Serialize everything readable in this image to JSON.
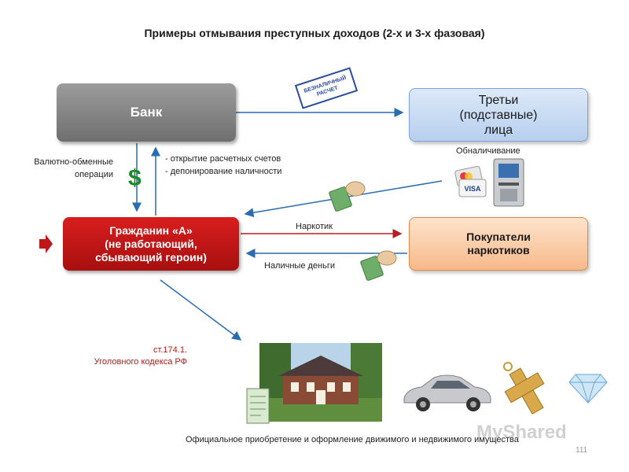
{
  "title": "Примеры отмывания преступных доходов (2-х и 3-х фазовая)",
  "boxes": {
    "bank": "Банк",
    "third_parties": "Третьи\n(подставные)\nлица",
    "citizen": "Гражданин «А»\n(не работающий,\nсбывающий героин)",
    "buyers": "Покупатели\nнаркотиков"
  },
  "labels": {
    "exchange": "Валютно-обменные\nоперации",
    "accounts_1": "- открытие расчетных счетов",
    "accounts_2": "- депонирование наличности",
    "cashing": "Обналичивание",
    "drug": "Наркотик",
    "cash": "Наличные деньги",
    "article": "ст.174.1.\nУголовного кодекса РФ",
    "bottom": "Официальное  приобретение и оформление движимого и недвижимого имущества"
  },
  "stamp": [
    "БЕЗНАЛИЧНЫЙ",
    "РАСЧЕТ"
  ],
  "page_number": "111",
  "watermark": "MyShared",
  "icons": {
    "dollar": "$",
    "visa": "VISA"
  },
  "colors": {
    "bank": "#808080",
    "citizen": "#c0151a",
    "arrow_blue": "#2a6cb0",
    "arrow_red": "#b52020"
  }
}
